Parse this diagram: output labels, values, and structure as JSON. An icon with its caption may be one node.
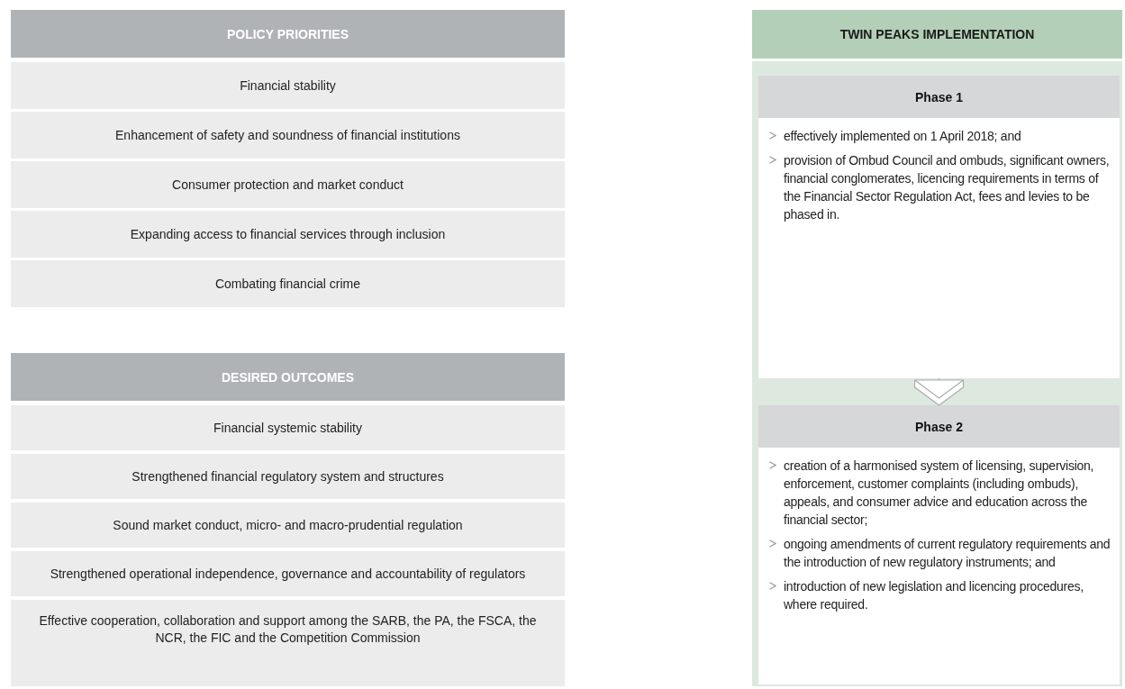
{
  "diagram": {
    "nodes": [
      {
        "text": [
          "POLICY PRIORITIES"
        ]
      },
      {
        "text": [
          "Financial stability"
        ]
      },
      {
        "text": [
          "Enhancement of safety and soundness of financial institutions"
        ]
      },
      {
        "text": [
          "Consumer protection and market conduct"
        ]
      },
      {
        "text": [
          "Expanding access to financial services through inclusion"
        ]
      },
      {
        "text": [
          "Combating financial crime"
        ]
      },
      {
        "text": [
          "DESIRED OUTCOMES"
        ]
      },
      {
        "text": [
          "Financial systemic stability"
        ]
      },
      {
        "text": [
          "Strengthened financial regulatory system and structures"
        ]
      },
      {
        "text": [
          "Sound market conduct, micro- and macro-prudential regulation"
        ]
      },
      {
        "text": [
          "Strengthened operational independence, governance and accountability of regulators"
        ]
      },
      {
        "text": [
          "Effective cooperation, collaboration and support among the SARB, the PA, the FSCA, the NCR, the FIC and the Competition Commission"
        ]
      },
      {
        "text": [
          "TWIN PEAKS IMPLEMENTATION"
        ]
      },
      {
        "text": [
          "Phase 1",
          "effectively implemented on 1 April 2018; and",
          "provision of Ombud Council and ombuds, significant owners, financial conglomerates, licencing requirements in terms of the Financial Sector Regulation Act, fees and levies to be phased in."
        ],
        "in": 12
      },
      {
        "text": [
          "Phase 2",
          "creation of a harmonised system of licensing, supervision, enforcement, customer complaints (including ombuds), appeals, and consumer advice and education across the financial sector;",
          "ongoing amendments of current regulatory requirements and the introduction of new regulatory instruments; and",
          "introduction of new legislation and licencing procedures, where required."
        ],
        "in": 12
      }
    ],
    "edges": [
      {
        "from": 13,
        "to": 14,
        "arrow": "to"
      }
    ]
  }
}
